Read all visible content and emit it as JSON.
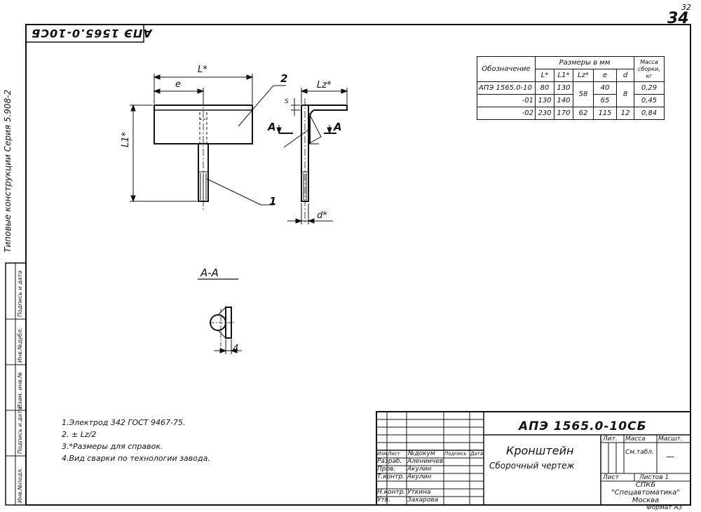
{
  "sheet": {
    "page_number": "32",
    "sheet_number": "34",
    "mirrored_code": "АПЭ 1565.0-10СБ",
    "format": "Формат А3"
  },
  "side_strip": {
    "series_text": "Типовые конструкции   Серия 5.908-2",
    "fields": [
      "Инв.№подл.",
      "Подпись и дата",
      "Взам. инв.№",
      "Инв.№дубл.",
      "Подпись и дата"
    ]
  },
  "drawing": {
    "dim_L": "L*",
    "dim_e": "e",
    "dim_L1": "L1*",
    "dim_Lz": "Lz*",
    "dim_s": "S",
    "dim_d": "d*",
    "cut_A_left": "А",
    "cut_A_right": "А",
    "callout_1": "1",
    "callout_2": "2",
    "section_title": "А-А",
    "section_dim": "4"
  },
  "spec_table": {
    "header_designation": "Обозначение",
    "header_sizes": "Размеры в мм",
    "header_mass": "Масса сборки, кг",
    "columns": [
      "L*",
      "L1*",
      "Lz*",
      "e",
      "d"
    ],
    "rows": [
      {
        "designation": "АПЭ 1565.0-10",
        "L": "80",
        "L1": "130",
        "Lz": "58",
        "e": "40",
        "d": "8",
        "mass": "0,29"
      },
      {
        "designation": "-01",
        "L": "130",
        "L1": "140",
        "Lz": "",
        "e": "65",
        "d": "",
        "mass": "0,45"
      },
      {
        "designation": "-02",
        "L": "230",
        "L1": "170",
        "Lz": "62",
        "e": "115",
        "d": "12",
        "mass": "0,84"
      }
    ]
  },
  "notes": [
    "1.Электрод 342 ГОСТ 9467-75.",
    "2. ± Lz/2",
    "3.*Размеры для справок.",
    "4.Вид сварки по технологии завода."
  ],
  "title_block": {
    "doc_code": "АПЭ 1565.0-10СБ",
    "name": "Кронштейн",
    "doc_type": "Сборочный чертеж",
    "hdr_izm": "Изм",
    "hdr_list": "Лист",
    "hdr_ndoc": "№докум",
    "hdr_sign": "Подпись",
    "hdr_date": "Дата",
    "roles": [
      "Разраб.",
      "Пров.",
      "Т.контр.",
      "",
      "Н.контр.",
      "Утв."
    ],
    "names": [
      "Алениичева",
      "Акулин",
      "Акулин",
      "",
      "Уткина",
      "Захарова"
    ],
    "lit": "Лит.",
    "mass": "Масса",
    "scale": "Масшт.",
    "mass_value": "См.табл.",
    "scale_value": "—",
    "sheet_label": "Лист",
    "sheets_label": "Листов 1",
    "org_line1": "СПКБ",
    "org_line2": "\"Спецавтоматика\"",
    "org_line3": "Москва"
  }
}
